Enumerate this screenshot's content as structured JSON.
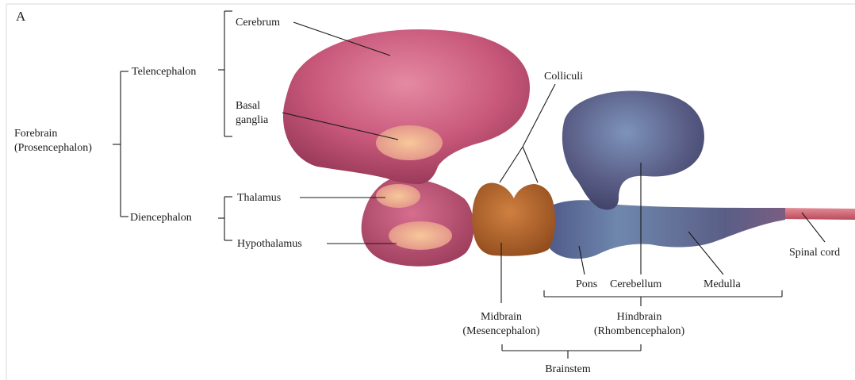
{
  "panel_label": "A",
  "labels": {
    "forebrain": "Forebrain",
    "forebrain_alt": "(Prosencephalon)",
    "telencephalon": "Telencephalon",
    "diencephalon": "Diencephalon",
    "cerebrum": "Cerebrum",
    "basal_ganglia_1": "Basal",
    "basal_ganglia_2": "ganglia",
    "thalamus": "Thalamus",
    "hypothalamus": "Hypothalamus",
    "colliculi": "Colliculi",
    "pons": "Pons",
    "cerebellum": "Cerebellum",
    "medulla": "Medulla",
    "spinal_cord": "Spinal cord",
    "midbrain": "Midbrain",
    "midbrain_alt": "(Mesencephalon)",
    "hindbrain": "Hindbrain",
    "hindbrain_alt": "(Rhombencephalon)",
    "brainstem": "Brainstem"
  },
  "colors": {
    "forebrain": "#c8587a",
    "forebrain_light": "#e07f9c",
    "nuclei": "#f0b088",
    "midbrain": "#b8672c",
    "hindbrain": "#5a5e86",
    "hindbrain_light": "#6f87ad",
    "spinal_cord": "#d56a78"
  }
}
